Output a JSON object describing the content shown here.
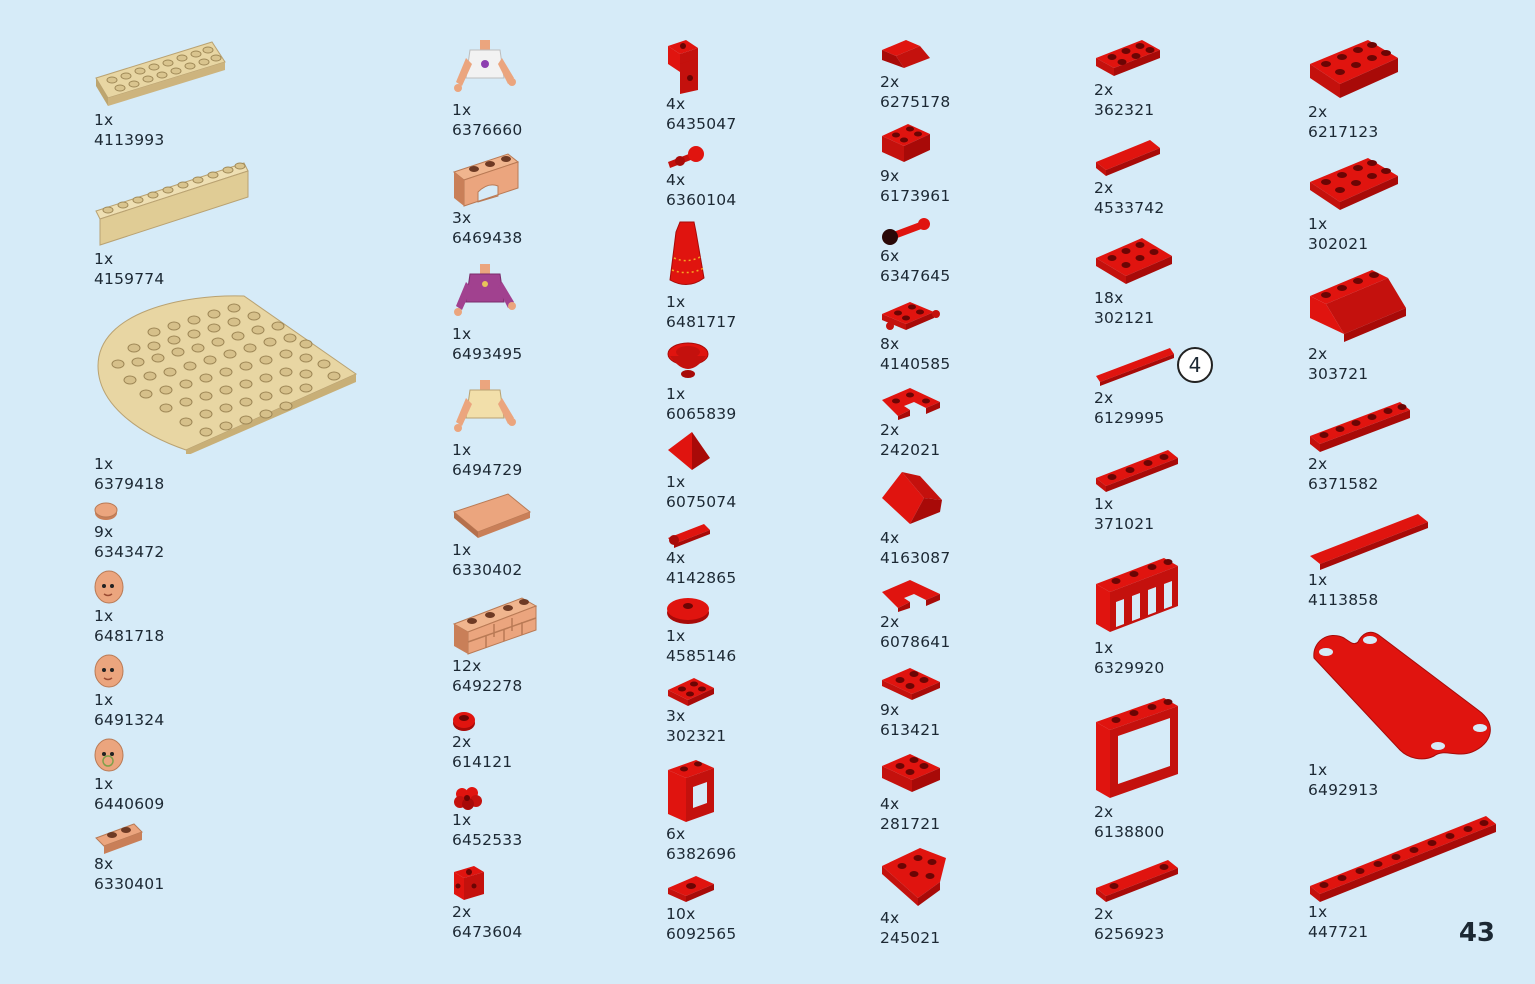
{
  "page_number": "43",
  "callout": "4",
  "colors": {
    "background": "#d6ebf8",
    "tan": "#e8d6a3",
    "nougat": "#eba57e",
    "red": "#e0140f",
    "dark_red": "#a80a08"
  },
  "parts": [
    {
      "qty": "1x",
      "id": "4113993",
      "icon": "tan-plate-2x8-icon"
    },
    {
      "qty": "1x",
      "id": "4159774",
      "icon": "tan-brick-1x10-icon"
    },
    {
      "qty": "1x",
      "id": "6379418",
      "icon": "tan-round-corner-plate-icon"
    },
    {
      "qty": "9x",
      "id": "6343472",
      "icon": "nougat-round-tile-icon"
    },
    {
      "qty": "1x",
      "id": "6481718",
      "icon": "minidoll-head-icon"
    },
    {
      "qty": "1x",
      "id": "6491324",
      "icon": "minidoll-head-icon"
    },
    {
      "qty": "1x",
      "id": "6440609",
      "icon": "minidoll-head-icon"
    },
    {
      "qty": "8x",
      "id": "6330401",
      "icon": "nougat-plate-1x2-icon"
    },
    {
      "qty": "1x",
      "id": "6376660",
      "icon": "minidoll-torso-white-icon"
    },
    {
      "qty": "3x",
      "id": "6469438",
      "icon": "nougat-arch-icon"
    },
    {
      "qty": "1x",
      "id": "6493495",
      "icon": "minidoll-torso-purple-icon"
    },
    {
      "qty": "1x",
      "id": "6494729",
      "icon": "minidoll-torso-tan-icon"
    },
    {
      "qty": "1x",
      "id": "6330402",
      "icon": "nougat-tile-icon"
    },
    {
      "qty": "12x",
      "id": "6492278",
      "icon": "nougat-masonry-brick-icon"
    },
    {
      "qty": "2x",
      "id": "614121",
      "icon": "red-round-plate-icon"
    },
    {
      "qty": "1x",
      "id": "6452533",
      "icon": "red-flower-icon"
    },
    {
      "qty": "2x",
      "id": "6473604",
      "icon": "red-studded-brick-icon"
    },
    {
      "qty": "4x",
      "id": "6435047",
      "icon": "red-bracket-icon"
    },
    {
      "qty": "4x",
      "id": "6360104",
      "icon": "red-bar-pin-icon"
    },
    {
      "qty": "1x",
      "id": "6481717",
      "icon": "red-skirt-icon"
    },
    {
      "qty": "1x",
      "id": "6065839",
      "icon": "red-round-dish-icon"
    },
    {
      "qty": "1x",
      "id": "6075074",
      "icon": "red-pyramid-icon"
    },
    {
      "qty": "4x",
      "id": "4142865",
      "icon": "red-bar-icon"
    },
    {
      "qty": "1x",
      "id": "4585146",
      "icon": "red-round-tile-icon"
    },
    {
      "qty": "3x",
      "id": "302321",
      "icon": "red-plate-2x2-icon"
    },
    {
      "qty": "6x",
      "id": "6382696",
      "icon": "red-window-frame-icon"
    },
    {
      "qty": "10x",
      "id": "6092565",
      "icon": "red-jumper-plate-icon"
    },
    {
      "qty": "2x",
      "id": "6275178",
      "icon": "red-slope-icon"
    },
    {
      "qty": "9x",
      "id": "6173961",
      "icon": "red-plate-2x2-icon"
    },
    {
      "qty": "6x",
      "id": "6347645",
      "icon": "red-bar-holder-icon"
    },
    {
      "qty": "8x",
      "id": "4140585",
      "icon": "red-plate-clips-icon"
    },
    {
      "qty": "2x",
      "id": "242021",
      "icon": "red-corner-plate-icon"
    },
    {
      "qty": "4x",
      "id": "4163087",
      "icon": "red-roof-slope-icon"
    },
    {
      "qty": "2x",
      "id": "6078641",
      "icon": "red-corner-tile-icon"
    },
    {
      "qty": "9x",
      "id": "613421",
      "icon": "red-plate-2x2-icon"
    },
    {
      "qty": "4x",
      "id": "281721",
      "icon": "red-plate-2x2-icon"
    },
    {
      "qty": "4x",
      "id": "245021",
      "icon": "red-wedge-plate-icon"
    },
    {
      "qty": "2x",
      "id": "362321",
      "icon": "red-plate-2x3-icon"
    },
    {
      "qty": "2x",
      "id": "4533742",
      "icon": "red-tile-1x4-icon"
    },
    {
      "qty": "18x",
      "id": "302121",
      "icon": "red-plate-2x3-icon"
    },
    {
      "qty": "2x",
      "id": "6129995",
      "icon": "red-tile-1x6-icon"
    },
    {
      "qty": "1x",
      "id": "371021",
      "icon": "red-plate-1x4-icon"
    },
    {
      "qty": "1x",
      "id": "6329920",
      "icon": "red-fence-icon"
    },
    {
      "qty": "2x",
      "id": "6138800",
      "icon": "red-window-1x4x3-icon"
    },
    {
      "qty": "2x",
      "id": "6256923",
      "icon": "red-plate-1x4-icon"
    },
    {
      "qty": "2x",
      "id": "6217123",
      "icon": "red-plate-2x4-icon"
    },
    {
      "qty": "1x",
      "id": "302021",
      "icon": "red-plate-2x4-icon"
    },
    {
      "qty": "2x",
      "id": "303721",
      "icon": "red-slope-2x4-icon"
    },
    {
      "qty": "2x",
      "id": "6371582",
      "icon": "red-plate-1x6-icon"
    },
    {
      "qty": "1x",
      "id": "4113858",
      "icon": "red-tile-1x8-icon"
    },
    {
      "qty": "1x",
      "id": "6492913",
      "icon": "red-cloth-icon"
    },
    {
      "qty": "1x",
      "id": "447721",
      "icon": "red-plate-1x10-icon"
    }
  ]
}
